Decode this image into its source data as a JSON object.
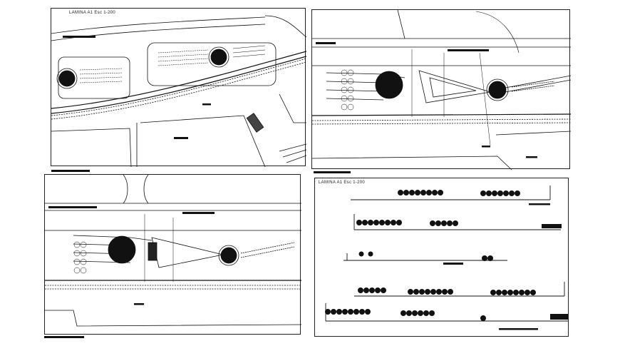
{
  "drawing_set": {
    "panels": [
      {
        "id": "plan-top-left",
        "caption": "LAMINA A1 Esc 1-200"
      },
      {
        "id": "plan-top-right",
        "caption": ""
      },
      {
        "id": "plan-bottom-left",
        "caption": ""
      },
      {
        "id": "elevations",
        "caption": "LAMINA A1 Esc 1-200"
      }
    ],
    "colors": {
      "line": "#111111",
      "paper": "#ffffff"
    }
  }
}
